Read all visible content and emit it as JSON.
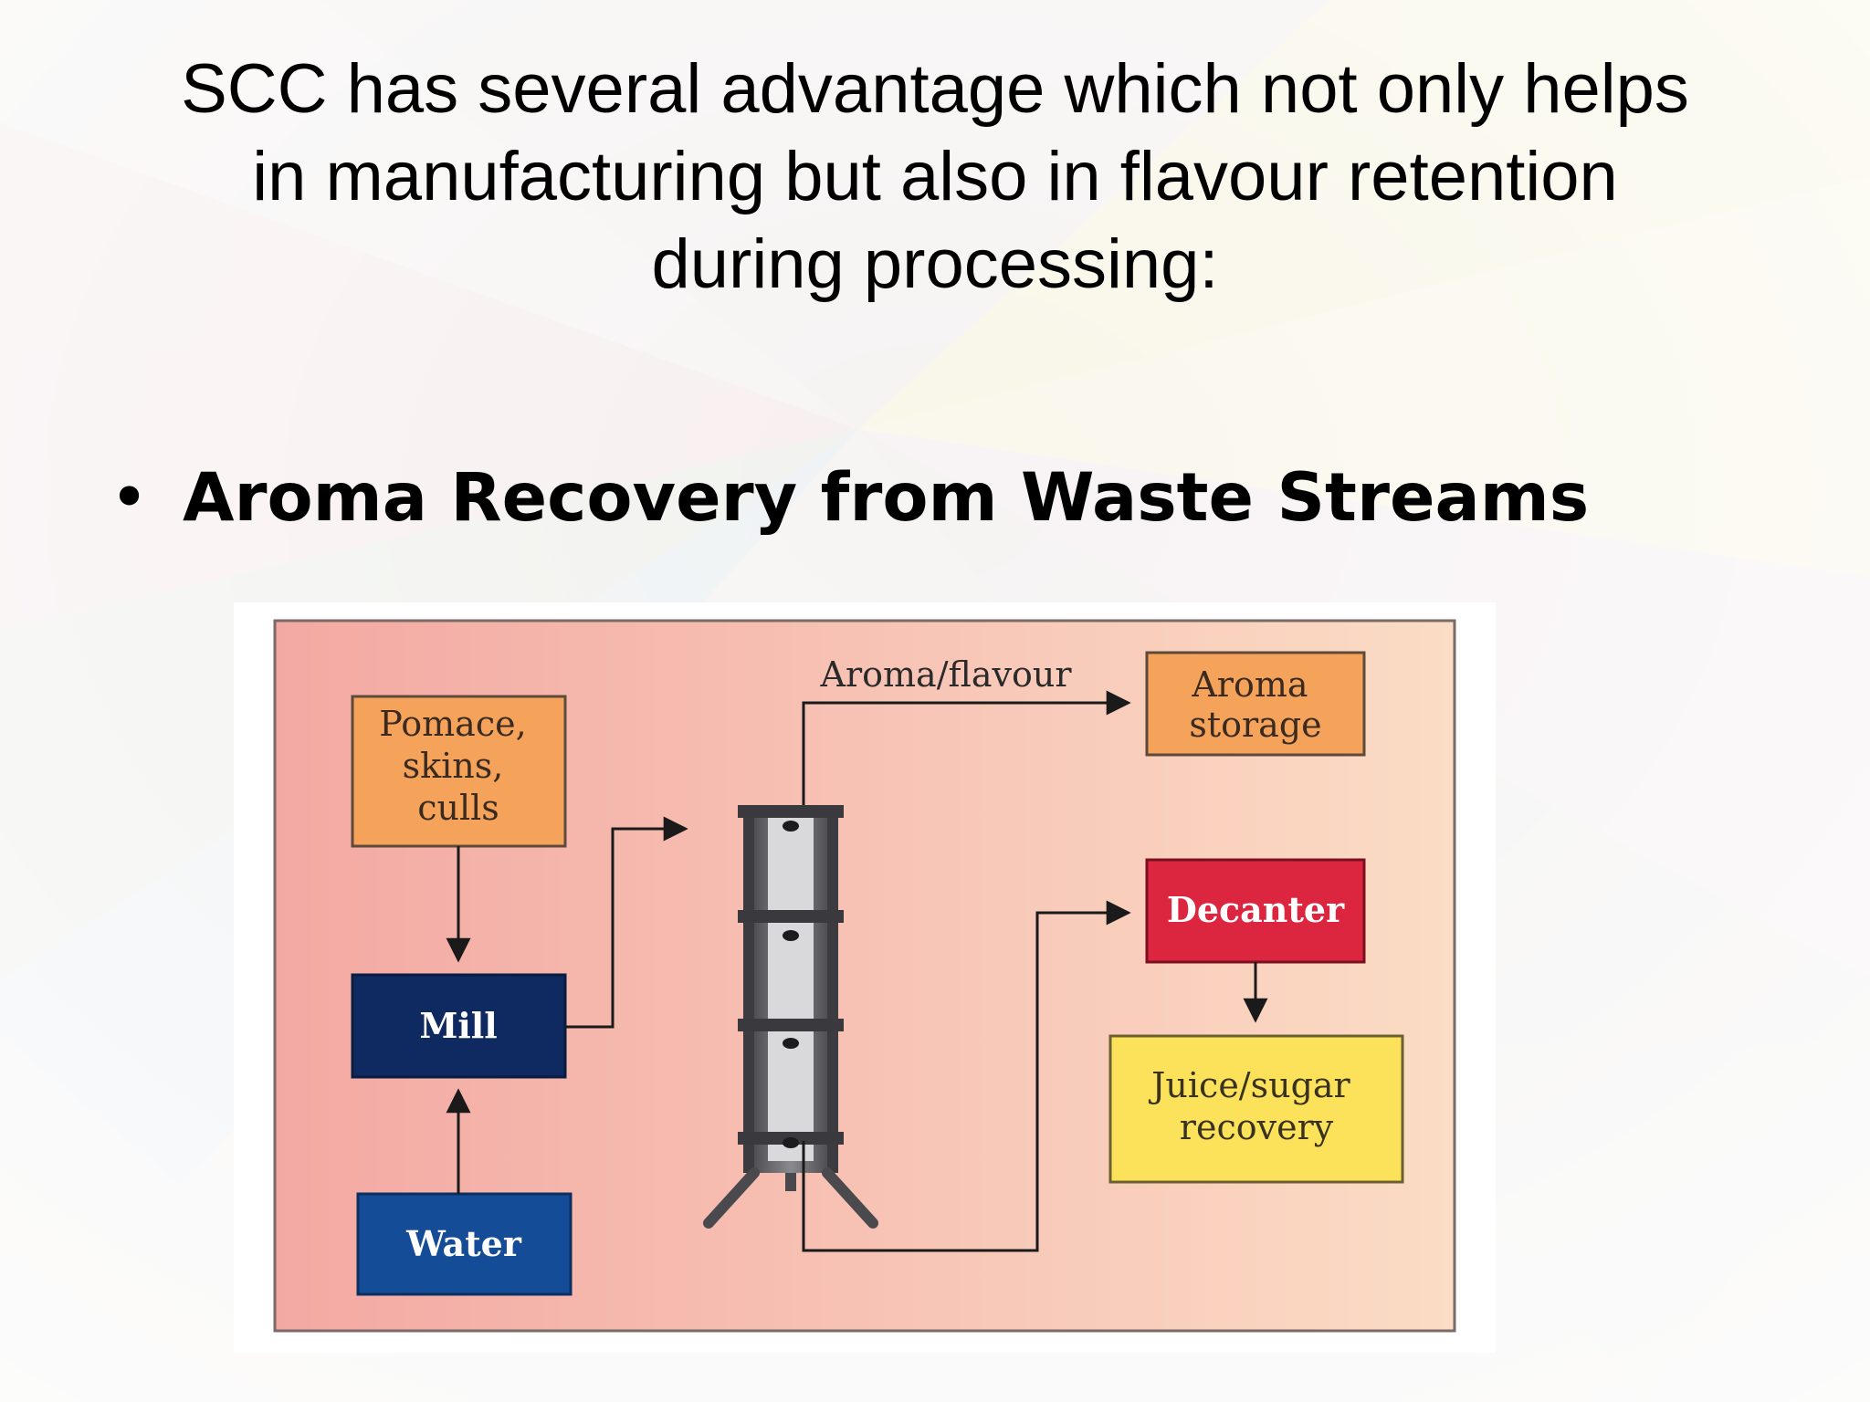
{
  "slide": {
    "title_lines": [
      "SCC has several advantage which not only helps",
      "in manufacturing but also in flavour retention",
      "during processing:"
    ],
    "bullet": "Aroma Recovery from Waste Streams"
  },
  "diagram": {
    "nodes": {
      "pomace": {
        "lines": [
          "Pomace,",
          "skins,",
          "culls"
        ],
        "fill": "#f5a35a"
      },
      "mill": {
        "lines": [
          "Mill"
        ],
        "fill": "#0e2a60"
      },
      "water": {
        "lines": [
          "Water"
        ],
        "fill": "#154c97"
      },
      "aroma_storage": {
        "lines": [
          "Aroma",
          "storage"
        ],
        "fill": "#f5a35a"
      },
      "decanter": {
        "lines": [
          "Decanter"
        ],
        "fill": "#dc2640"
      },
      "juice": {
        "lines": [
          "Juice/sugar",
          "recovery"
        ],
        "fill": "#fbe25a"
      }
    },
    "edge_labels": {
      "aroma_flavour": "Aroma/flavour"
    },
    "colors": {
      "panel_left": "#f3a9a3",
      "panel_right": "#fbdcc5",
      "column": "#6f6f73",
      "arrow": "#1a1a1a"
    }
  }
}
